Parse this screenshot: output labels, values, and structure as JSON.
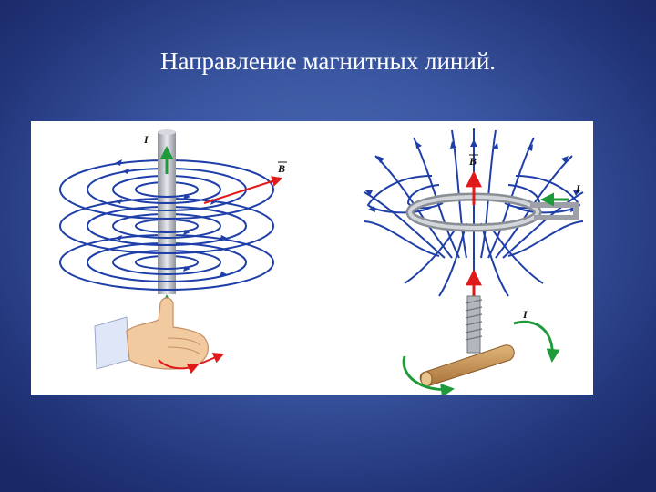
{
  "slide": {
    "title": "Направление магнитных линий."
  },
  "figure": {
    "left_diagram": {
      "current_label": "I",
      "field_label": "B",
      "hand_label": ""
    },
    "right_diagram": {
      "field_label": "B",
      "loop_current_label": "I",
      "screw_current_label": "I"
    },
    "colors": {
      "field_lines": "#1f3fa8",
      "current_arrow": "#1f9a3a",
      "field_arrow": "#e01a1a",
      "wire": "#b8bcc2",
      "hand": "#f2caa0",
      "sleeve": "#dfe6f7",
      "wood": "#c9995a"
    }
  }
}
